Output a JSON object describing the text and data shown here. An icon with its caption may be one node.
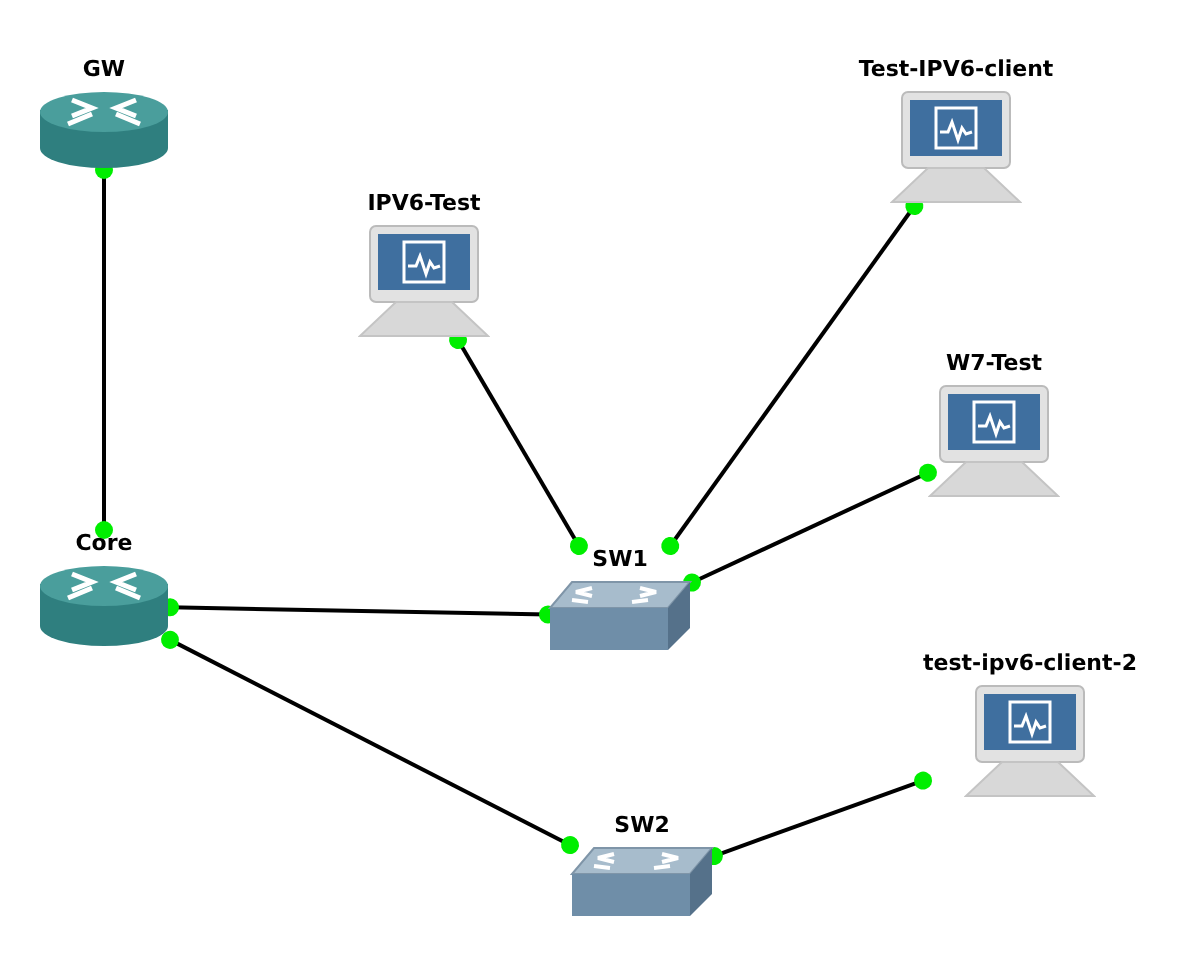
{
  "diagram": {
    "nodes": [
      {
        "text": [
          "GW"
        ]
      },
      {
        "text": [
          "Test-IPV6-client"
        ]
      },
      {
        "text": [
          "IPV6-Test"
        ]
      },
      {
        "text": [
          "W7-Test"
        ]
      },
      {
        "text": [
          "Core"
        ]
      },
      {
        "text": [
          "SW1"
        ]
      },
      {
        "text": [
          "test-ipv6-client-2"
        ]
      },
      {
        "text": [
          "SW2"
        ]
      }
    ],
    "edges": [
      {
        "from": 0,
        "to": 4,
        "arrow": "other"
      },
      {
        "from": 2,
        "to": 5,
        "arrow": "other"
      },
      {
        "from": 1,
        "to": 5,
        "arrow": "other"
      },
      {
        "from": 3,
        "to": 5,
        "arrow": "other"
      },
      {
        "from": 4,
        "to": 5,
        "arrow": "other"
      },
      {
        "from": 4,
        "to": 7,
        "arrow": "other"
      },
      {
        "from": 7,
        "to": 6,
        "arrow": "other"
      }
    ]
  }
}
